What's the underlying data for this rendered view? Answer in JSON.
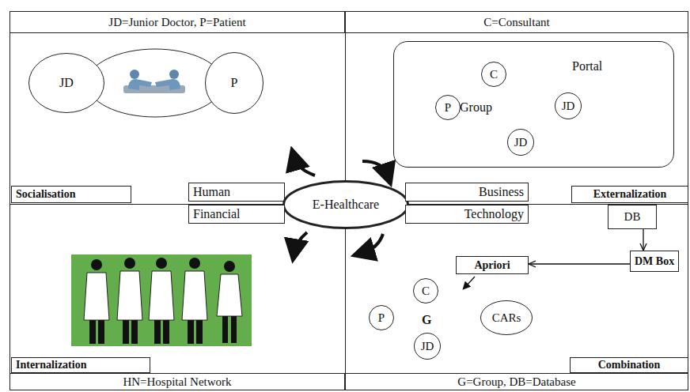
{
  "diagram": {
    "nodes": [
      {
        "text": [
          "JD=Junior Doctor, P=Patient"
        ]
      },
      {
        "text": [
          "C=Consultant"
        ]
      },
      {
        "text": [
          "JD"
        ]
      },
      {
        "text": [
          "P"
        ]
      },
      {
        "text": [
          "Portal",
          "Group"
        ]
      },
      {
        "text": [
          "C"
        ],
        "in": 4
      },
      {
        "text": [
          "P"
        ],
        "in": 4
      },
      {
        "text": [
          "JD"
        ],
        "in": 4
      },
      {
        "text": [
          "JD"
        ],
        "in": 4
      },
      {
        "text": [
          "Socialisation"
        ]
      },
      {
        "text": [
          "Human"
        ]
      },
      {
        "text": [
          "E-Healthcare"
        ]
      },
      {
        "text": [
          "Business"
        ]
      },
      {
        "text": [
          "Externalization"
        ]
      },
      {
        "text": [
          "Financial"
        ]
      },
      {
        "text": [
          "Technology"
        ]
      },
      {
        "text": [
          "DB"
        ]
      },
      {
        "text": [
          "Apriori"
        ]
      },
      {
        "text": [
          "DM Box"
        ]
      },
      {
        "text": [
          "C"
        ]
      },
      {
        "text": [
          "P"
        ]
      },
      {
        "text": [
          "CARs"
        ]
      },
      {
        "text": [
          "JD"
        ]
      },
      {
        "text": [
          "Internalization"
        ]
      },
      {
        "text": [
          "Combination"
        ]
      },
      {
        "text": [
          "HN=Hospital Network"
        ]
      },
      {
        "text": [
          "G=Group, DB=Database"
        ]
      }
    ],
    "edges": [
      {
        "from": 16,
        "to": 18,
        "arrow": "to"
      },
      {
        "from": 18,
        "to": 17,
        "arrow": "to"
      }
    ],
    "labels": [
      "G"
    ]
  }
}
